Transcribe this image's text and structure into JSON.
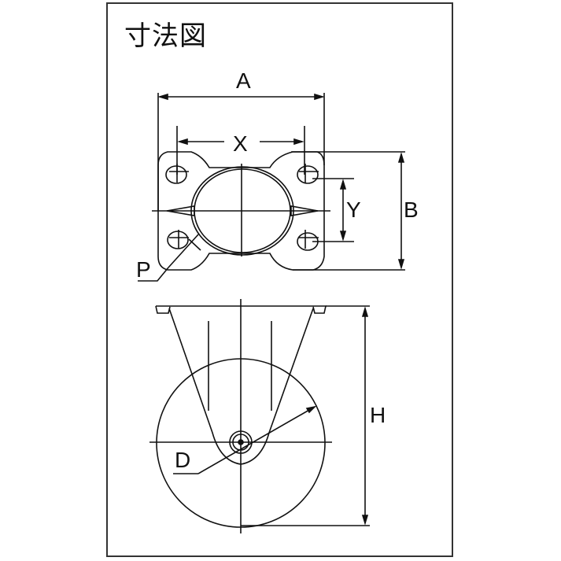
{
  "title": "寸法図",
  "labels": {
    "A": "A",
    "X": "X",
    "Y": "Y",
    "B": "B",
    "P": "P",
    "D": "D",
    "H": "H"
  },
  "views": {
    "top_view": "mounting-plate",
    "side_view": "fixed-caster-wheel"
  }
}
